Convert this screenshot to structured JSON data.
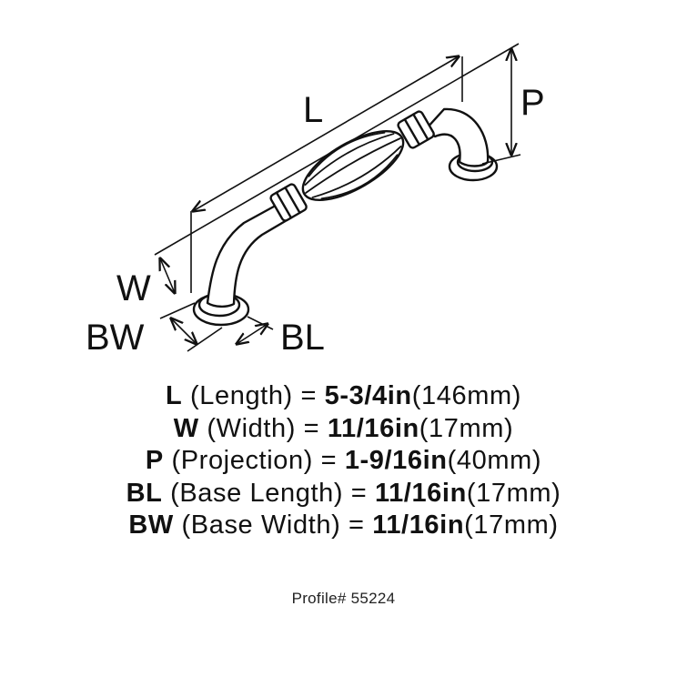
{
  "dimension_labels": {
    "L": "L",
    "W": "W",
    "P": "P",
    "BW": "BW",
    "BL": "BL"
  },
  "specs": [
    {
      "abbr": "L",
      "name": " (Length) = ",
      "imperial": "5-3/4in",
      "metric": "(146mm)"
    },
    {
      "abbr": "W",
      "name": " (Width) = ",
      "imperial": "11/16in",
      "metric": "(17mm)"
    },
    {
      "abbr": "P",
      "name": " (Projection) = ",
      "imperial": "1-9/16in",
      "metric": "(40mm)"
    },
    {
      "abbr": "BL",
      "name": " (Base Length) = ",
      "imperial": "11/16in",
      "metric": "(17mm)"
    },
    {
      "abbr": "BW",
      "name": " (Base Width) = ",
      "imperial": "11/16in",
      "metric": "(17mm)"
    }
  ],
  "profile": "Profile# 55224"
}
